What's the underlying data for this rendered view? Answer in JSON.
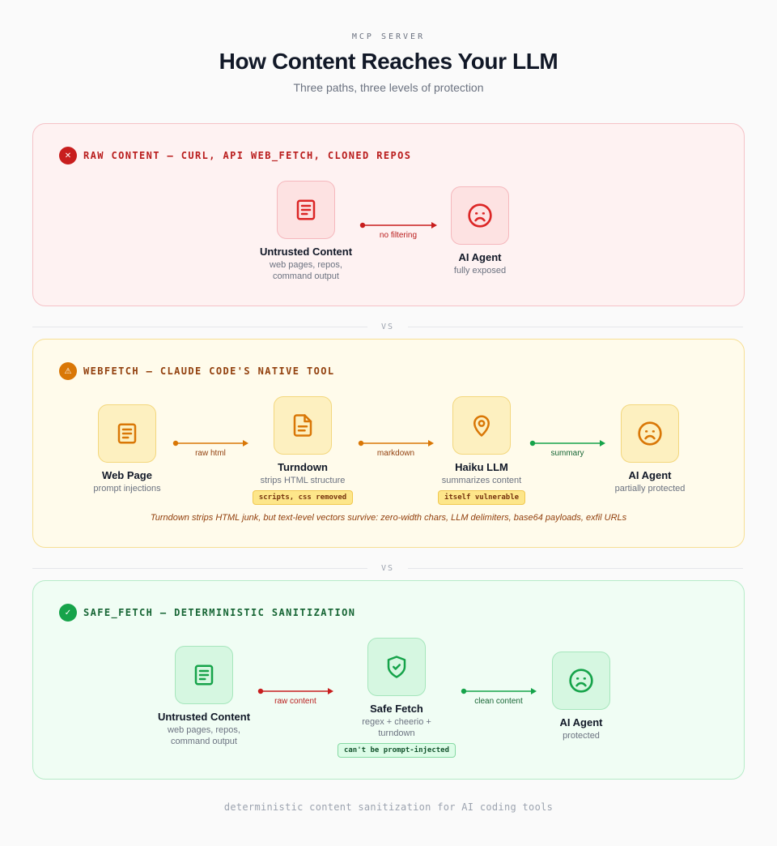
{
  "header": {
    "eyebrow": "MCP SERVER",
    "title": "How Content Reaches Your LLM",
    "subtitle": "Three paths, three levels of protection"
  },
  "separators": {
    "vs": "VS"
  },
  "panels": {
    "raw": {
      "title": "RAW CONTENT — CURL, API WEB_FETCH, CLONED REPOS",
      "badge_icon": "x-icon",
      "nodes": [
        {
          "title": "Untrusted Content",
          "sub": "web pages, repos, command output",
          "icon": "document-icon"
        },
        {
          "title": "AI Agent",
          "sub": "fully exposed",
          "icon": "frown-face-icon"
        }
      ],
      "arrows": [
        {
          "label": "no filtering",
          "color": "#c81e1e"
        }
      ]
    },
    "webfetch": {
      "title": "WEBFETCH — CLAUDE CODE'S NATIVE TOOL",
      "badge_icon": "warning-icon",
      "nodes": [
        {
          "title": "Web Page",
          "sub": "prompt injections",
          "icon": "document-icon"
        },
        {
          "title": "Turndown",
          "sub": "strips HTML structure",
          "pill": "scripts, css removed",
          "icon": "file-icon"
        },
        {
          "title": "Haiku LLM",
          "sub": "summarizes content",
          "pill": "itself vulnerable",
          "icon": "map-pin-icon"
        },
        {
          "title": "AI Agent",
          "sub": "partially protected",
          "icon": "frown-face-icon"
        }
      ],
      "arrows": [
        {
          "label": "raw html",
          "color": "#d97706"
        },
        {
          "label": "markdown",
          "color": "#d97706"
        },
        {
          "label": "summary",
          "color": "#16a34a"
        }
      ],
      "note": "Turndown strips HTML junk, but text-level vectors survive: zero-width chars, LLM delimiters, base64 payloads, exfil URLs"
    },
    "safe": {
      "title": "SAFE_FETCH — DETERMINISTIC SANITIZATION",
      "badge_icon": "check-icon",
      "nodes": [
        {
          "title": "Untrusted Content",
          "sub": "web pages, repos, command output",
          "icon": "document-icon"
        },
        {
          "title": "Safe Fetch",
          "sub": "regex + cheerio + turndown",
          "pill": "can't be prompt-injected",
          "icon": "shield-check-icon"
        },
        {
          "title": "AI Agent",
          "sub": "protected",
          "icon": "frown-face-icon"
        }
      ],
      "arrows": [
        {
          "label": "raw content",
          "color": "#c81e1e"
        },
        {
          "label": "clean content",
          "color": "#16a34a"
        }
      ]
    }
  },
  "colors": {
    "red": "#c81e1e",
    "amber": "#d97706",
    "green": "#16a34a"
  },
  "footer": "deterministic content sanitization for AI coding tools"
}
